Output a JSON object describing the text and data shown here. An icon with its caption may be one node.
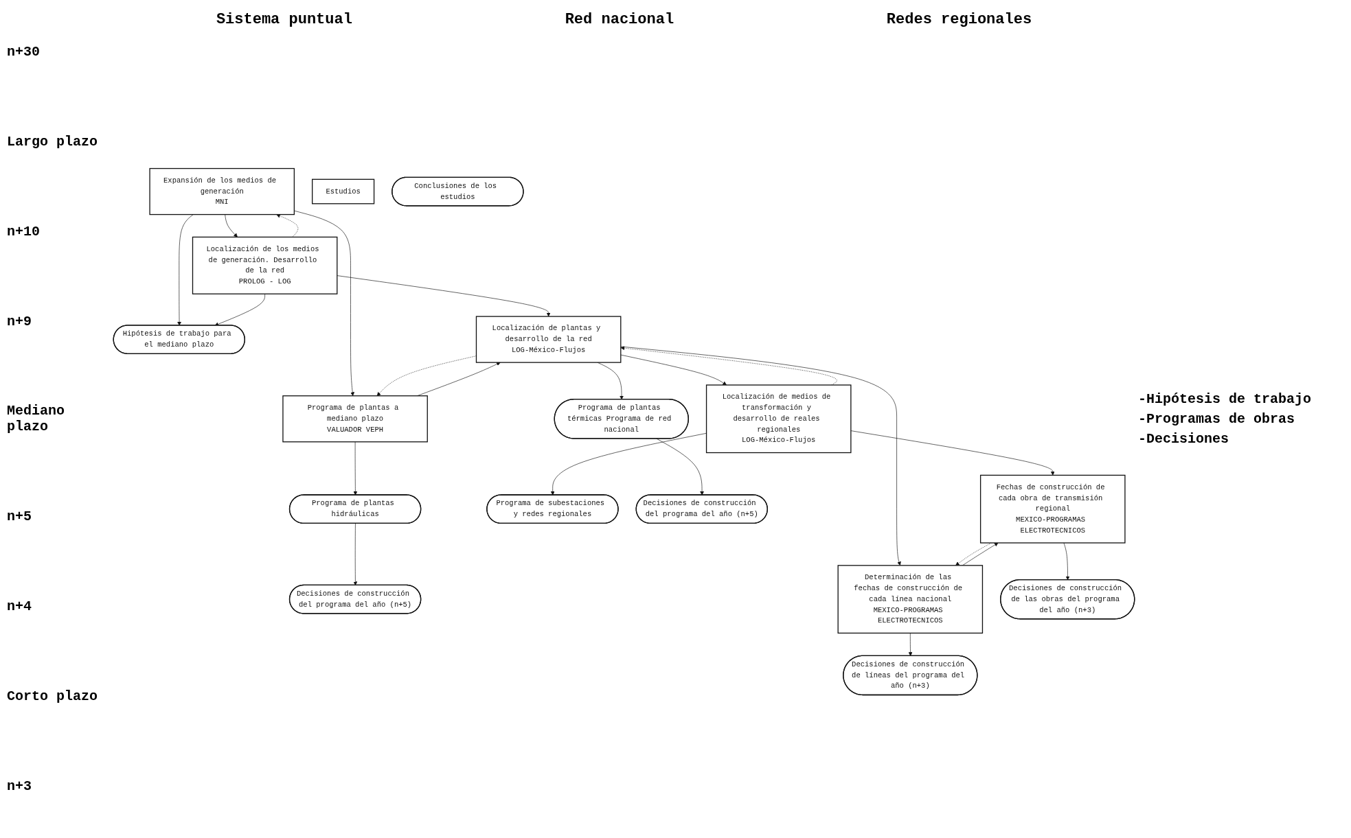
{
  "diagram": {
    "nodes": [
      {
        "text": [
          "Expansión de los medios de generación",
          "MNI"
        ]
      },
      {
        "text": [
          "Localización de los medios de generación. Desarrollo de la red",
          "PROLOG - LOG"
        ]
      },
      {
        "text": [
          "Estudios"
        ]
      },
      {
        "text": [
          "Conclusiones de los estudios"
        ]
      },
      {
        "text": [
          "Hipótesis de trabajo para el mediano plazo"
        ]
      },
      {
        "text": [
          "Programa de plantas a mediano plazo",
          "VALUADOR VEPH"
        ]
      },
      {
        "text": [
          "Localización de plantas y desarrollo de la red",
          "LOG-México-Flujos"
        ]
      },
      {
        "text": [
          "Localización de medios de transformación y desarrollo de reales regionales",
          "LOG-México-Flujos"
        ]
      },
      {
        "text": [
          "Programa de plantas hidráulicas"
        ]
      },
      {
        "text": [
          "Programa de plantas térmicas Programa de red nacional"
        ]
      },
      {
        "text": [
          "Programa de subestaciones y redes regionales"
        ]
      },
      {
        "text": [
          "Decisiones de construcción del programa del año (n+5)"
        ]
      },
      {
        "text": [
          "Decisiones de construcción del programa del año (n+5)"
        ]
      },
      {
        "text": [
          "Determinación de las fechas de construcción de cada línea nacional",
          "MEXICO-PROGRAMAS ELECTROTECNICOS"
        ]
      },
      {
        "text": [
          "Fechas de construcción de cada obra de transmisión regional",
          "MEXICO-PROGRAMAS ELECTROTECNICOS"
        ]
      },
      {
        "text": [
          "Decisiones de construcción de líneas del programa del año (n+3)"
        ]
      },
      {
        "text": [
          "Decisiones de construcción de las obras del programa del año (n+3)"
        ]
      }
    ],
    "edges": [
      {
        "from": 0,
        "to": 1,
        "arrow": "to"
      },
      {
        "from": 1,
        "to": 0,
        "arrow": "to",
        "style": "dashed"
      },
      {
        "from": 0,
        "to": 4,
        "arrow": "to"
      },
      {
        "from": 1,
        "to": 4,
        "arrow": "to"
      },
      {
        "from": 0,
        "to": 5,
        "arrow": "to"
      },
      {
        "from": 1,
        "to": 6,
        "arrow": "to"
      },
      {
        "from": 5,
        "to": 6,
        "arrow": "to"
      },
      {
        "from": 6,
        "to": 5,
        "arrow": "to",
        "style": "dashed"
      },
      {
        "from": 6,
        "to": 7,
        "arrow": "to"
      },
      {
        "from": 7,
        "to": 6,
        "arrow": "to",
        "style": "dashed"
      },
      {
        "from": 5,
        "to": 8,
        "arrow": "to"
      },
      {
        "from": 6,
        "to": 9,
        "arrow": "to"
      },
      {
        "from": 6,
        "to": 13,
        "arrow": "to"
      },
      {
        "from": 7,
        "to": 10,
        "arrow": "to"
      },
      {
        "from": 7,
        "to": 14,
        "arrow": "to"
      },
      {
        "from": 8,
        "to": 11,
        "arrow": "to"
      },
      {
        "from": 9,
        "to": 12,
        "arrow": "to"
      },
      {
        "from": 13,
        "to": 14,
        "arrow": "to"
      },
      {
        "from": 14,
        "to": 13,
        "arrow": "to",
        "style": "dashed"
      },
      {
        "from": 13,
        "to": 15,
        "arrow": "to"
      },
      {
        "from": 14,
        "to": 16,
        "arrow": "to"
      }
    ],
    "labels": [
      "Sistema puntual",
      "Red nacional",
      "Redes regionales",
      "n+30",
      "Largo plazo",
      "n+10",
      "n+9",
      "Mediano plazo",
      "n+5",
      "n+4",
      "Corto plazo",
      "n+3",
      "-Hipótesis de trabajo",
      "-Programas de obras",
      "-Decisiones"
    ]
  }
}
